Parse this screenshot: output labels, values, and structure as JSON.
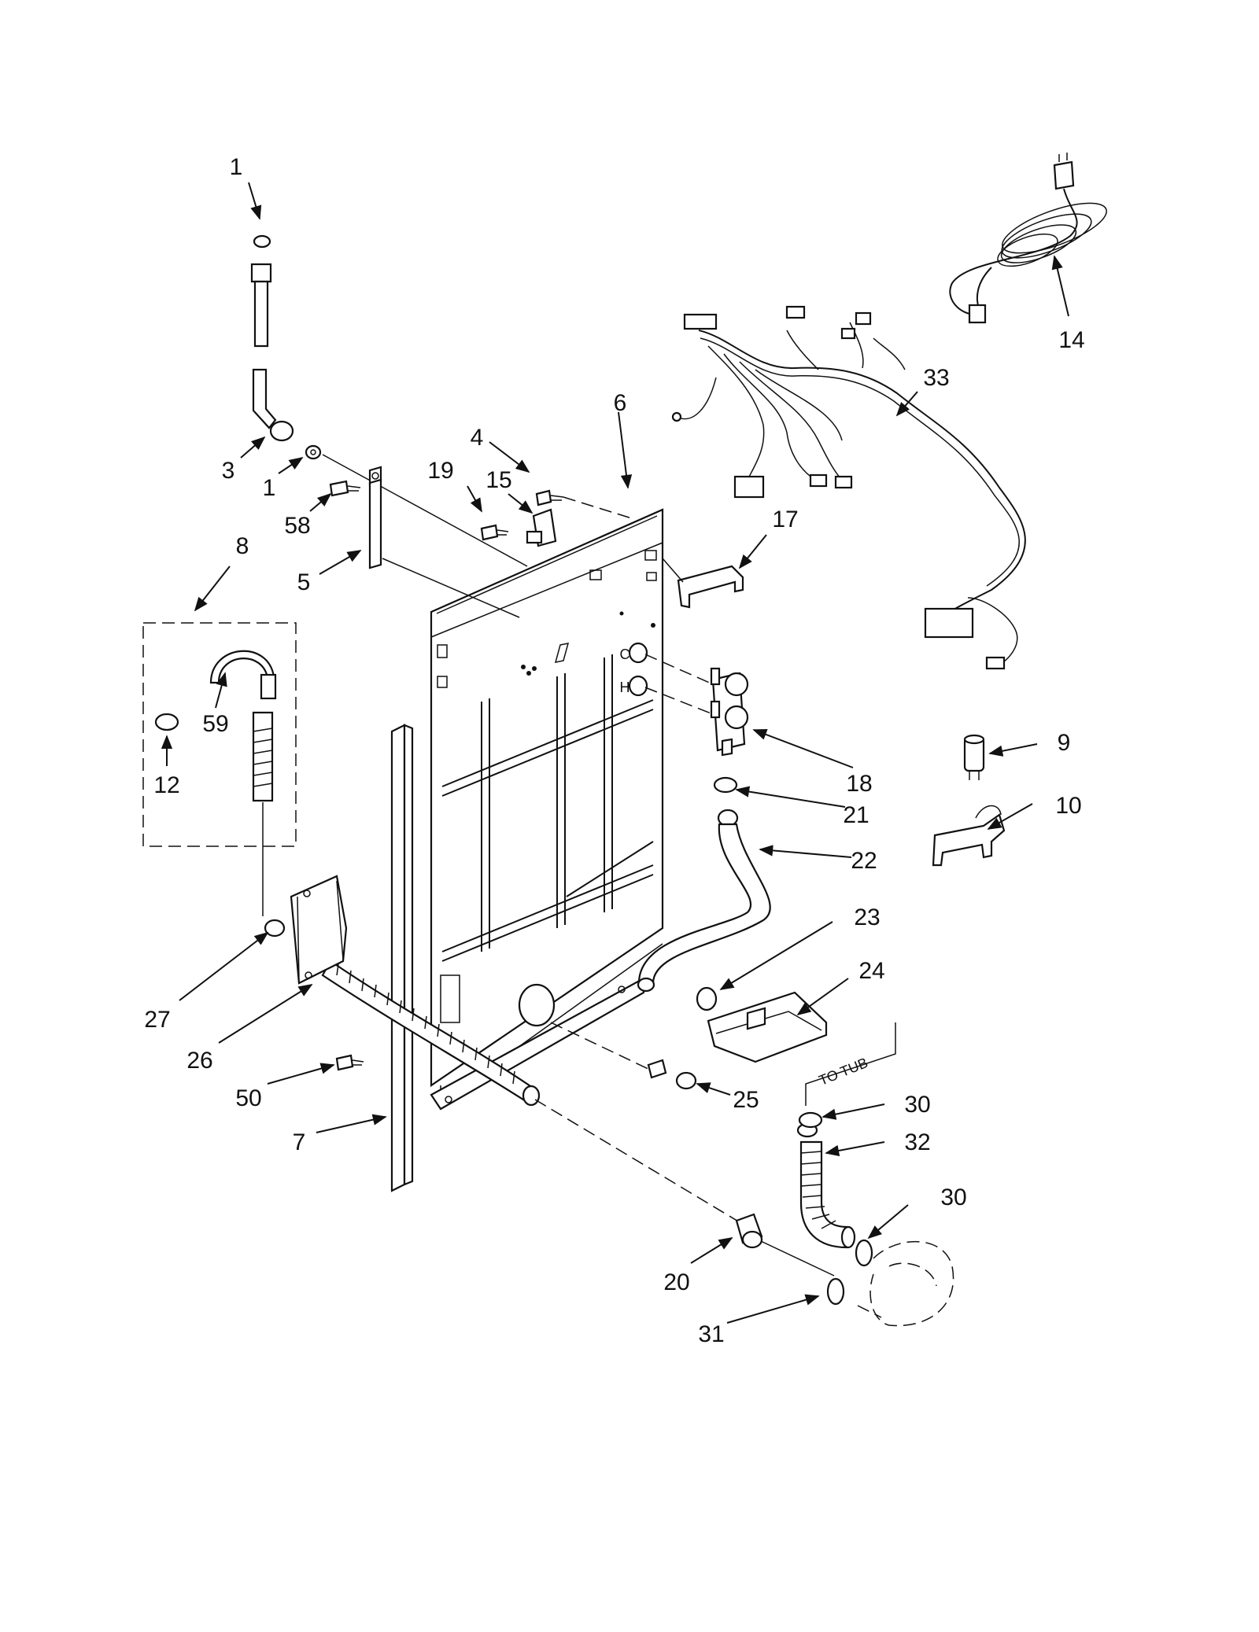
{
  "diagram": {
    "callouts": [
      {
        "id": "c1a",
        "text": "1"
      },
      {
        "id": "c1b",
        "text": "1"
      },
      {
        "id": "c3",
        "text": "3"
      },
      {
        "id": "c58",
        "text": "58"
      },
      {
        "id": "c5",
        "text": "5"
      },
      {
        "id": "c8",
        "text": "8"
      },
      {
        "id": "c59",
        "text": "59"
      },
      {
        "id": "c12",
        "text": "12"
      },
      {
        "id": "c4",
        "text": "4"
      },
      {
        "id": "c19",
        "text": "19"
      },
      {
        "id": "c15",
        "text": "15"
      },
      {
        "id": "c6",
        "text": "6"
      },
      {
        "id": "c17",
        "text": "17"
      },
      {
        "id": "c33",
        "text": "33"
      },
      {
        "id": "c14",
        "text": "14"
      },
      {
        "id": "c18",
        "text": "18"
      },
      {
        "id": "c21",
        "text": "21"
      },
      {
        "id": "c9",
        "text": "9"
      },
      {
        "id": "c10",
        "text": "10"
      },
      {
        "id": "c22",
        "text": "22"
      },
      {
        "id": "c23",
        "text": "23"
      },
      {
        "id": "c24",
        "text": "24"
      },
      {
        "id": "c27",
        "text": "27"
      },
      {
        "id": "c26",
        "text": "26"
      },
      {
        "id": "c50",
        "text": "50"
      },
      {
        "id": "c7",
        "text": "7"
      },
      {
        "id": "c25",
        "text": "25"
      },
      {
        "id": "c30a",
        "text": "30"
      },
      {
        "id": "c32",
        "text": "32"
      },
      {
        "id": "c30b",
        "text": "30"
      },
      {
        "id": "c20",
        "text": "20"
      },
      {
        "id": "c31",
        "text": "31"
      }
    ],
    "notes": {
      "to_tub": "TO TUB",
      "valve_c": "C",
      "valve_h": "H"
    }
  }
}
